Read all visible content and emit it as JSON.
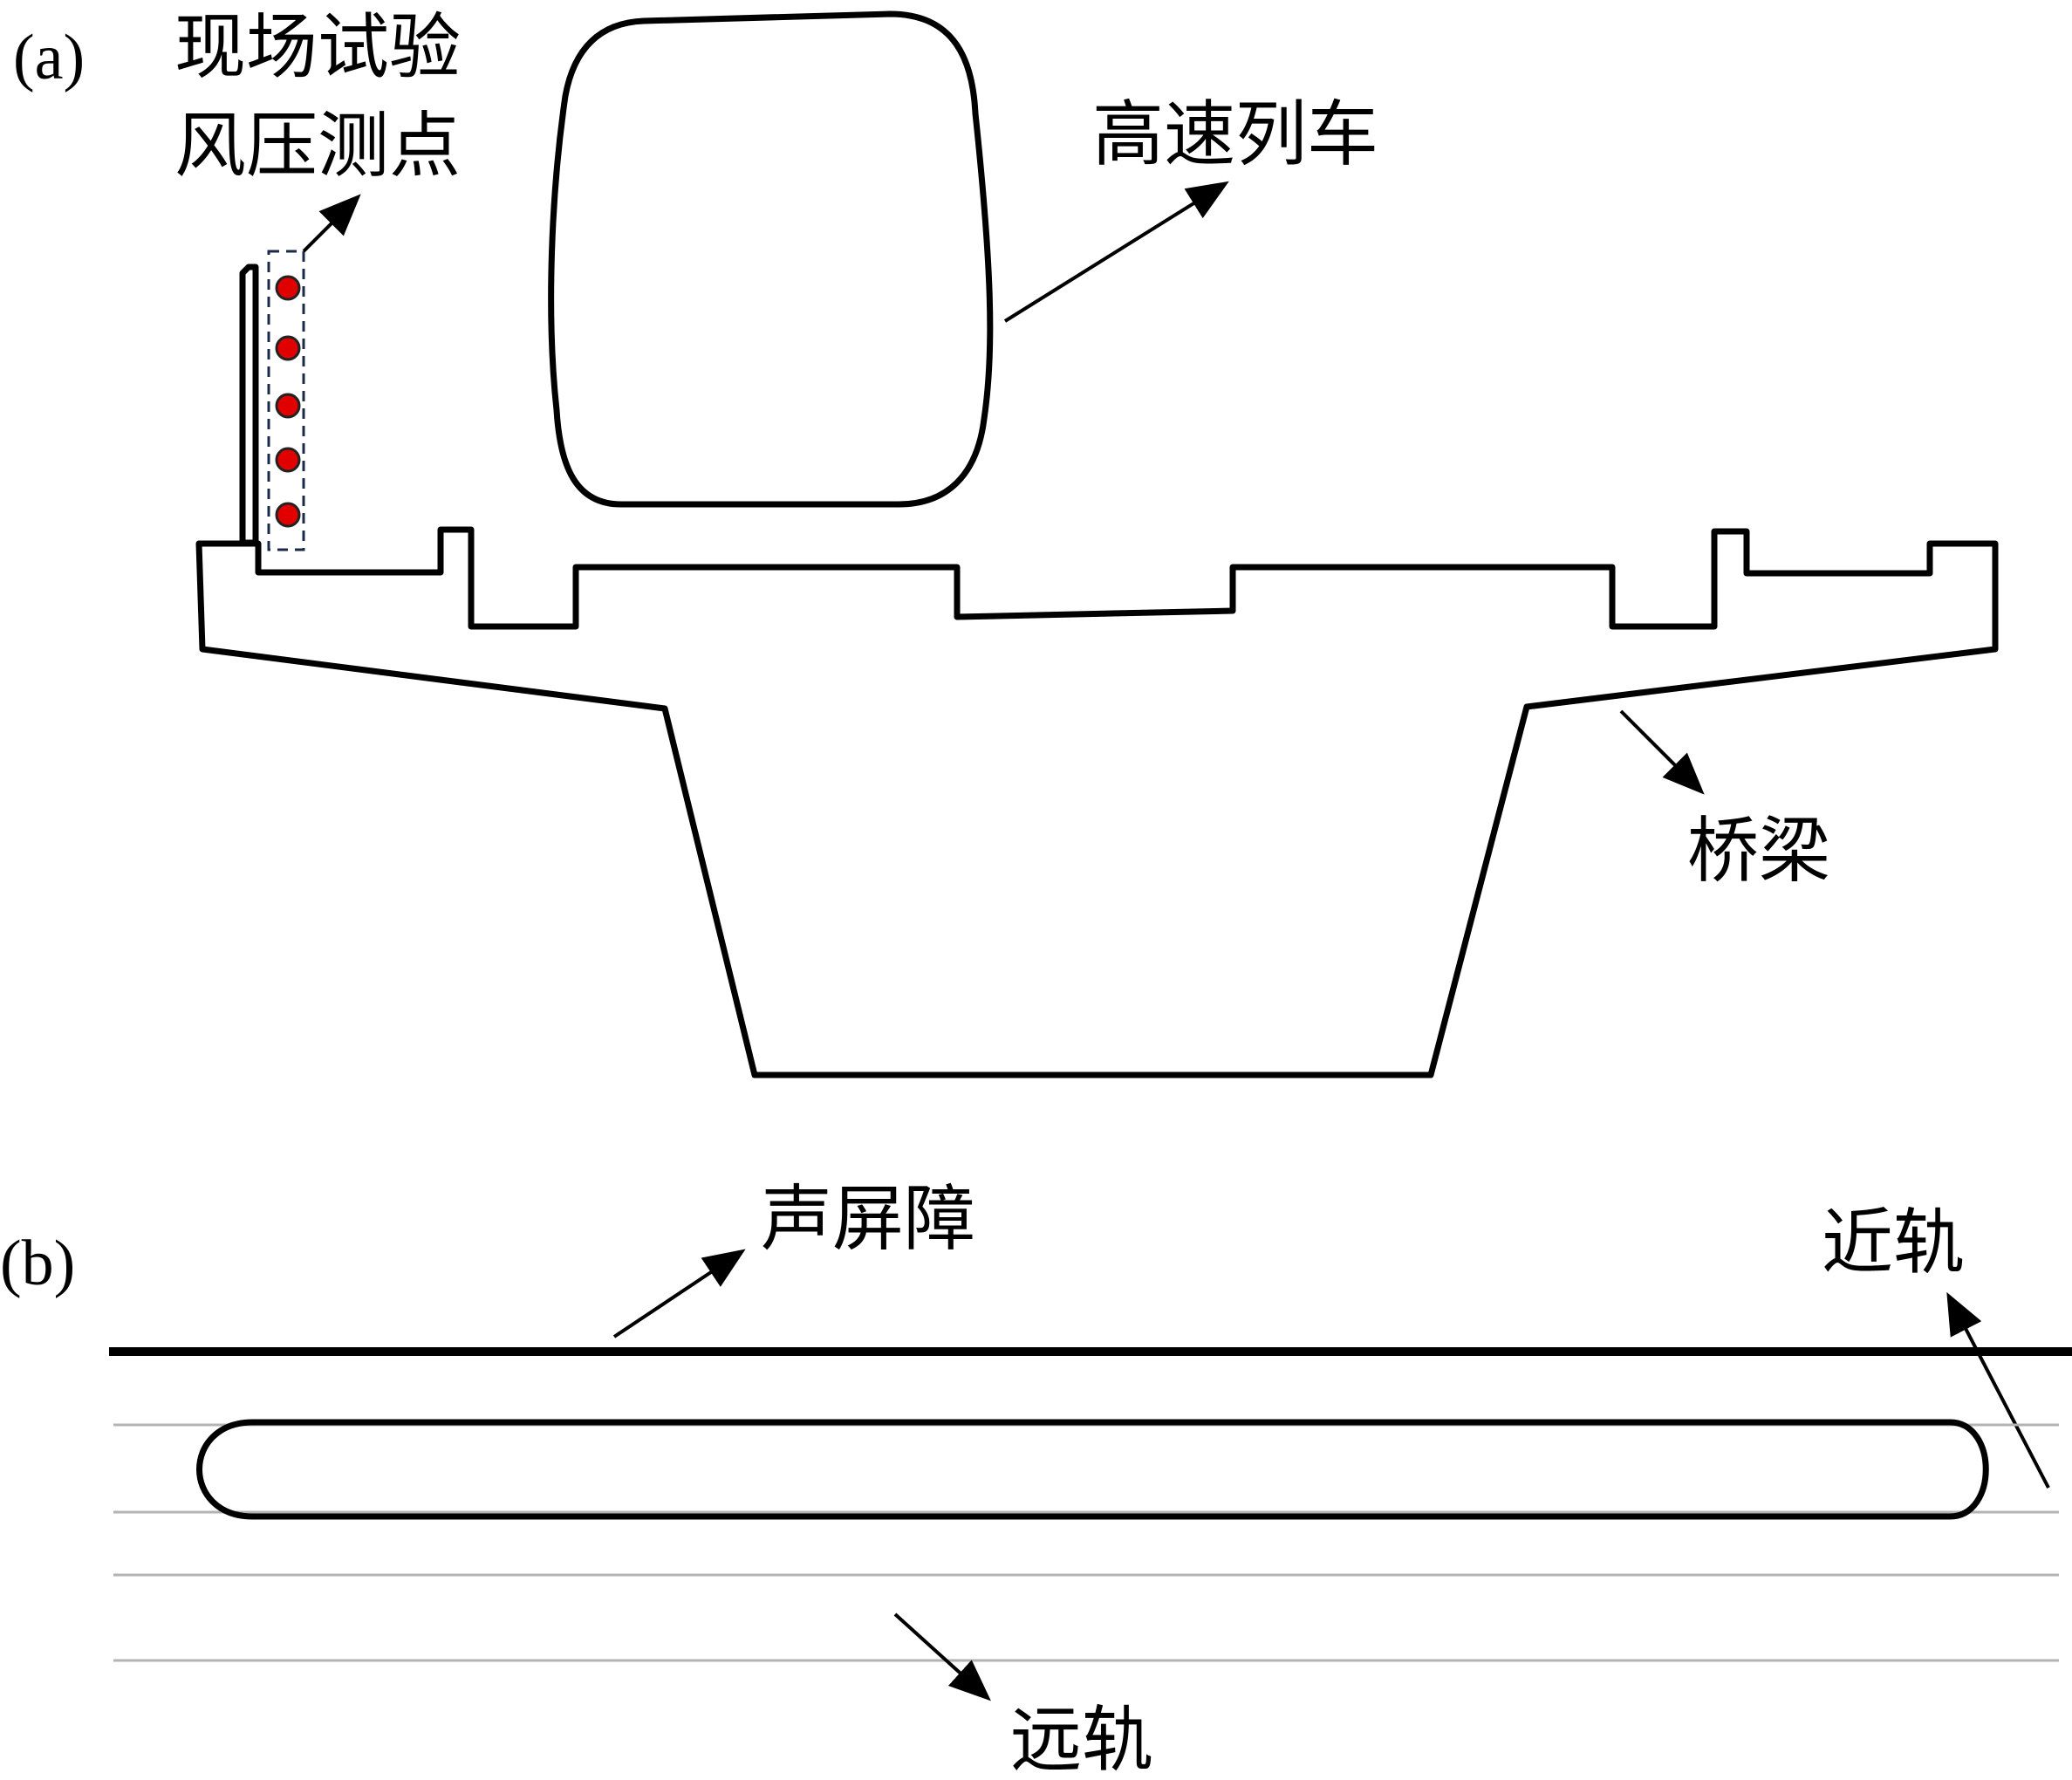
{
  "panel_a": {
    "label": "(a)",
    "measurement_points_label_line1": "现场试验",
    "measurement_points_label_line2": "风压测点",
    "train_label": "高速列车",
    "bridge_label": "桥梁",
    "measurement_point_count": 5,
    "measurement_point_color": "#e00000"
  },
  "panel_b": {
    "label": "(b)",
    "barrier_label": "声屏障",
    "near_track_label": "近轨",
    "far_track_label": "远轨"
  }
}
